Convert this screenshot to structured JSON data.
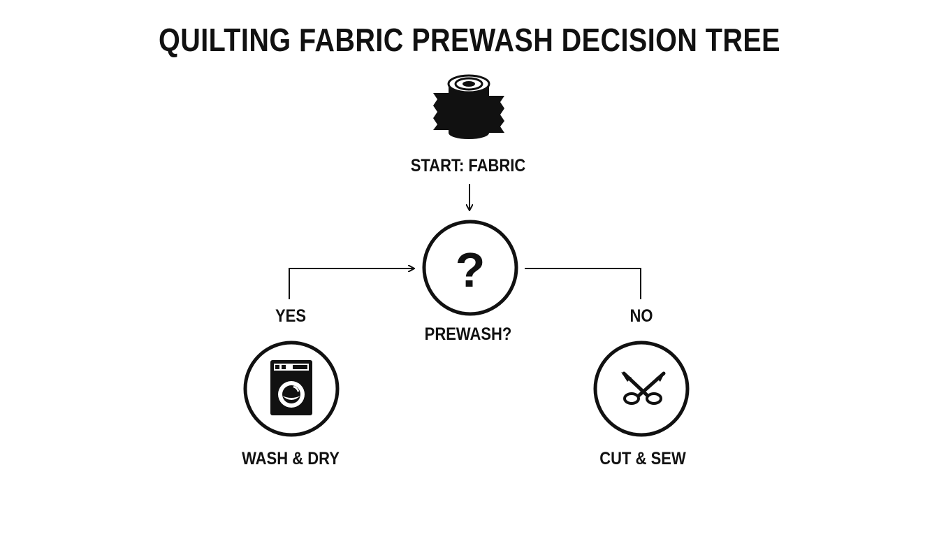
{
  "title": "QUILTING FABRIC PREWASH DECISION TREE",
  "nodes": {
    "start": {
      "label": "START: FABRIC",
      "icon": "fabric-roll-icon"
    },
    "decision": {
      "label": "PREWASH?",
      "symbol": "?",
      "icon": "question-mark-icon"
    },
    "yes_branch": {
      "label": "YES"
    },
    "no_branch": {
      "label": "NO"
    },
    "wash": {
      "label": "WASH & DRY",
      "icon": "washing-machine-icon"
    },
    "cut": {
      "label": "CUT & SEW",
      "icon": "scissors-icon"
    }
  },
  "colors": {
    "ink": "#111111",
    "background": "#ffffff"
  }
}
